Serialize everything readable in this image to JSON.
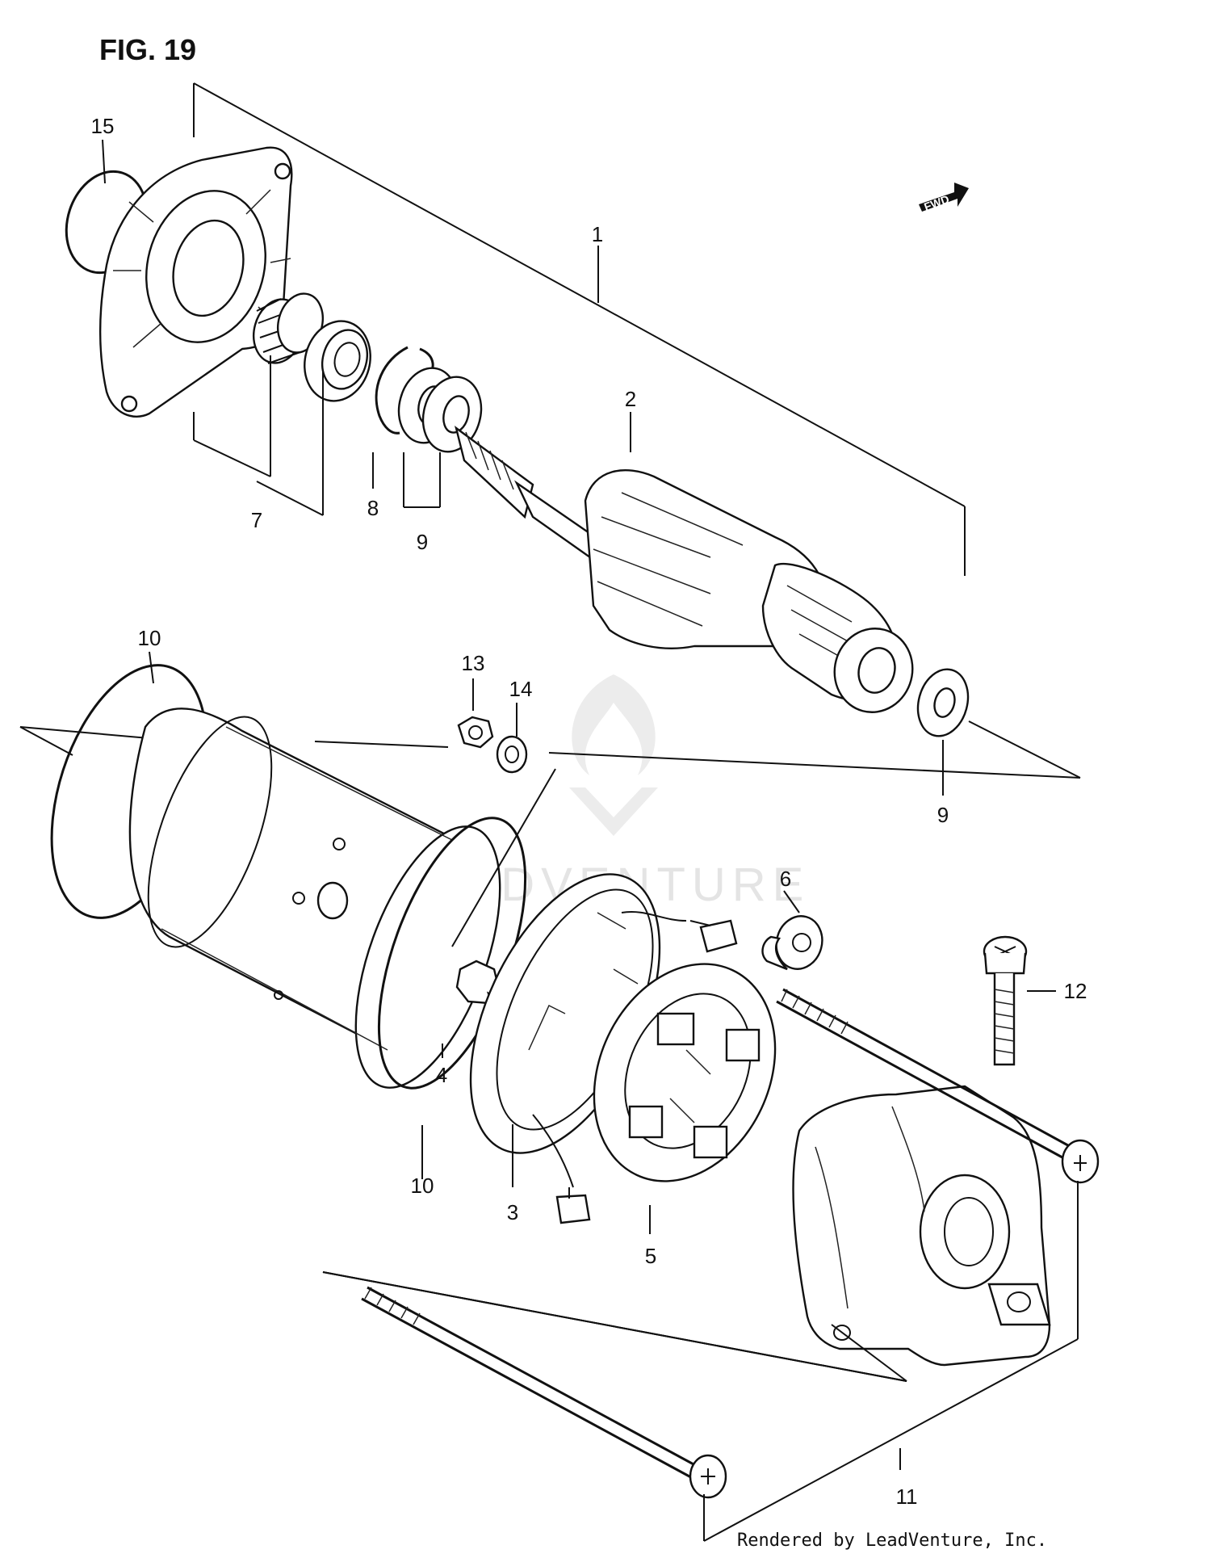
{
  "figure": {
    "title": "FIG. 19",
    "fwd_badge": "FWD",
    "credit": "Rendered by LeadVenture, Inc.",
    "watermark": "LEADVENTURE"
  },
  "callouts": [
    {
      "id": "1",
      "label": "1"
    },
    {
      "id": "2",
      "label": "2"
    },
    {
      "id": "3",
      "label": "3"
    },
    {
      "id": "4",
      "label": "4"
    },
    {
      "id": "5",
      "label": "5"
    },
    {
      "id": "6",
      "label": "6"
    },
    {
      "id": "7",
      "label": "7"
    },
    {
      "id": "8",
      "label": "8"
    },
    {
      "id": "9a",
      "label": "9"
    },
    {
      "id": "9b",
      "label": "9"
    },
    {
      "id": "10a",
      "label": "10"
    },
    {
      "id": "10b",
      "label": "10"
    },
    {
      "id": "11",
      "label": "11"
    },
    {
      "id": "12",
      "label": "12"
    },
    {
      "id": "13",
      "label": "13"
    },
    {
      "id": "14",
      "label": "14"
    },
    {
      "id": "15",
      "label": "15"
    }
  ]
}
